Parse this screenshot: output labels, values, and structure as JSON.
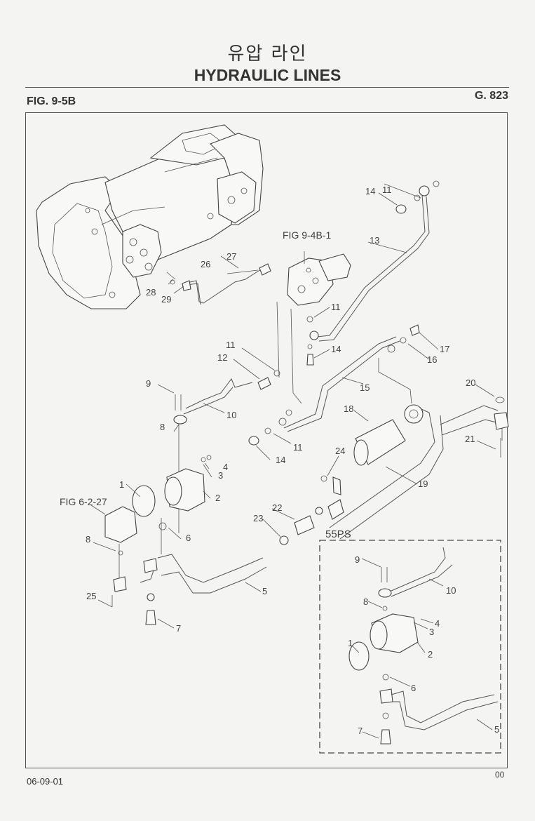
{
  "header": {
    "title_korean": "유압 라인",
    "title_english": "HYDRAULIC LINES",
    "figure_number": "FIG. 9-5B",
    "group_number": "G. 823"
  },
  "footer": {
    "date_code": "06-09-01",
    "page_code": "00"
  },
  "references": {
    "fig_9_4b_1": "FIG 9-4B-1",
    "fig_6_2_27": "FIG 6-2-27"
  },
  "inset": {
    "label": "55PS",
    "callouts": [
      "9",
      "10",
      "8",
      "4",
      "3",
      "1",
      "2",
      "6",
      "5",
      "7"
    ]
  },
  "callouts": {
    "c1": "1",
    "c2": "2",
    "c3": "3",
    "c4": "4",
    "c5": "5",
    "c6": "6",
    "c7": "7",
    "c8a": "8",
    "c8b": "8",
    "c9": "9",
    "c10": "10",
    "c11a": "11",
    "c11b": "11",
    "c11c": "11",
    "c11d": "11",
    "c12": "12",
    "c13": "13",
    "c14a": "14",
    "c14b": "14",
    "c14c": "14",
    "c15": "15",
    "c16": "16",
    "c17": "17",
    "c18": "18",
    "c19": "19",
    "c20": "20",
    "c21": "21",
    "c22": "22",
    "c23": "23",
    "c24": "24",
    "c25": "25",
    "c26": "26",
    "c27": "27",
    "c28": "28",
    "c29": "29"
  },
  "inset_callouts": {
    "i9": "9",
    "i10": "10",
    "i8": "8",
    "i4": "4",
    "i3": "3",
    "i1": "1",
    "i2": "2",
    "i6": "6",
    "i5": "5",
    "i7": "7"
  }
}
